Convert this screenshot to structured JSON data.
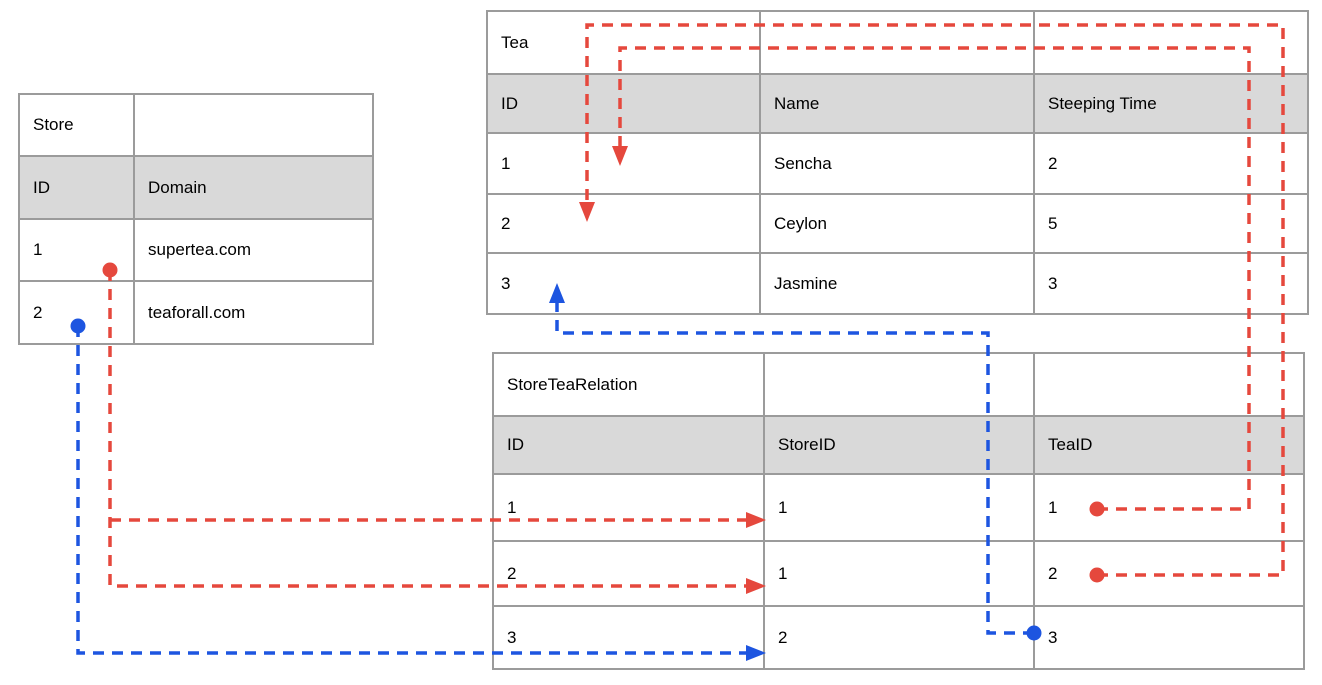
{
  "colors": {
    "relation_red": "#e5483d",
    "relation_blue": "#1d55e0",
    "header_bg": "#d9d9d9",
    "border_grey": "#9b9b9b",
    "text_black": "#000000",
    "page_bg": "#ffffff"
  },
  "tables": {
    "store": {
      "title": "Store",
      "columns": [
        "ID",
        "Domain"
      ],
      "rows": [
        [
          "1",
          "supertea.com"
        ],
        [
          "2",
          "teaforall.com"
        ]
      ]
    },
    "tea": {
      "title": "Tea",
      "columns": [
        "ID",
        "Name",
        "Steeping Time"
      ],
      "rows": [
        [
          "1",
          "Sencha",
          "2"
        ],
        [
          "2",
          "Ceylon",
          "5"
        ],
        [
          "3",
          "Jasmine",
          "3"
        ]
      ]
    },
    "relation": {
      "title": "StoreTeaRelation",
      "columns": [
        "ID",
        "StoreID",
        "TeaID"
      ],
      "rows": [
        [
          "1",
          "1",
          "1"
        ],
        [
          "2",
          "1",
          "2"
        ],
        [
          "3",
          "2",
          "3"
        ]
      ]
    }
  },
  "relations": [
    {
      "id": "store1-to-relation-row1",
      "color": "red",
      "from_table": "Store",
      "from_cell": "ID 1",
      "to_table": "StoreTeaRelation",
      "to_cell": "StoreID row 1 (value 1)"
    },
    {
      "id": "store1-to-relation-row2",
      "color": "red",
      "from_table": "Store",
      "from_cell": "ID 1",
      "to_table": "StoreTeaRelation",
      "to_cell": "StoreID row 2 (value 1)"
    },
    {
      "id": "store2-to-relation-row3",
      "color": "blue",
      "from_table": "Store",
      "from_cell": "ID 2",
      "to_table": "StoreTeaRelation",
      "to_cell": "StoreID row 3 (value 2)"
    },
    {
      "id": "relation-row1-to-tea1",
      "color": "red",
      "from_table": "StoreTeaRelation",
      "from_cell": "TeaID row 1 (value 1)",
      "to_table": "Tea",
      "to_cell": "ID 1 (Sencha)"
    },
    {
      "id": "relation-row2-to-tea2",
      "color": "red",
      "from_table": "StoreTeaRelation",
      "from_cell": "TeaID row 2 (value 2)",
      "to_table": "Tea",
      "to_cell": "ID 2 (Ceylon)"
    },
    {
      "id": "relation-row3-to-tea3",
      "color": "blue",
      "from_table": "StoreTeaRelation",
      "from_cell": "TeaID row 3 (value 3)",
      "to_table": "Tea",
      "to_cell": "ID 3 (Jasmine)"
    }
  ]
}
